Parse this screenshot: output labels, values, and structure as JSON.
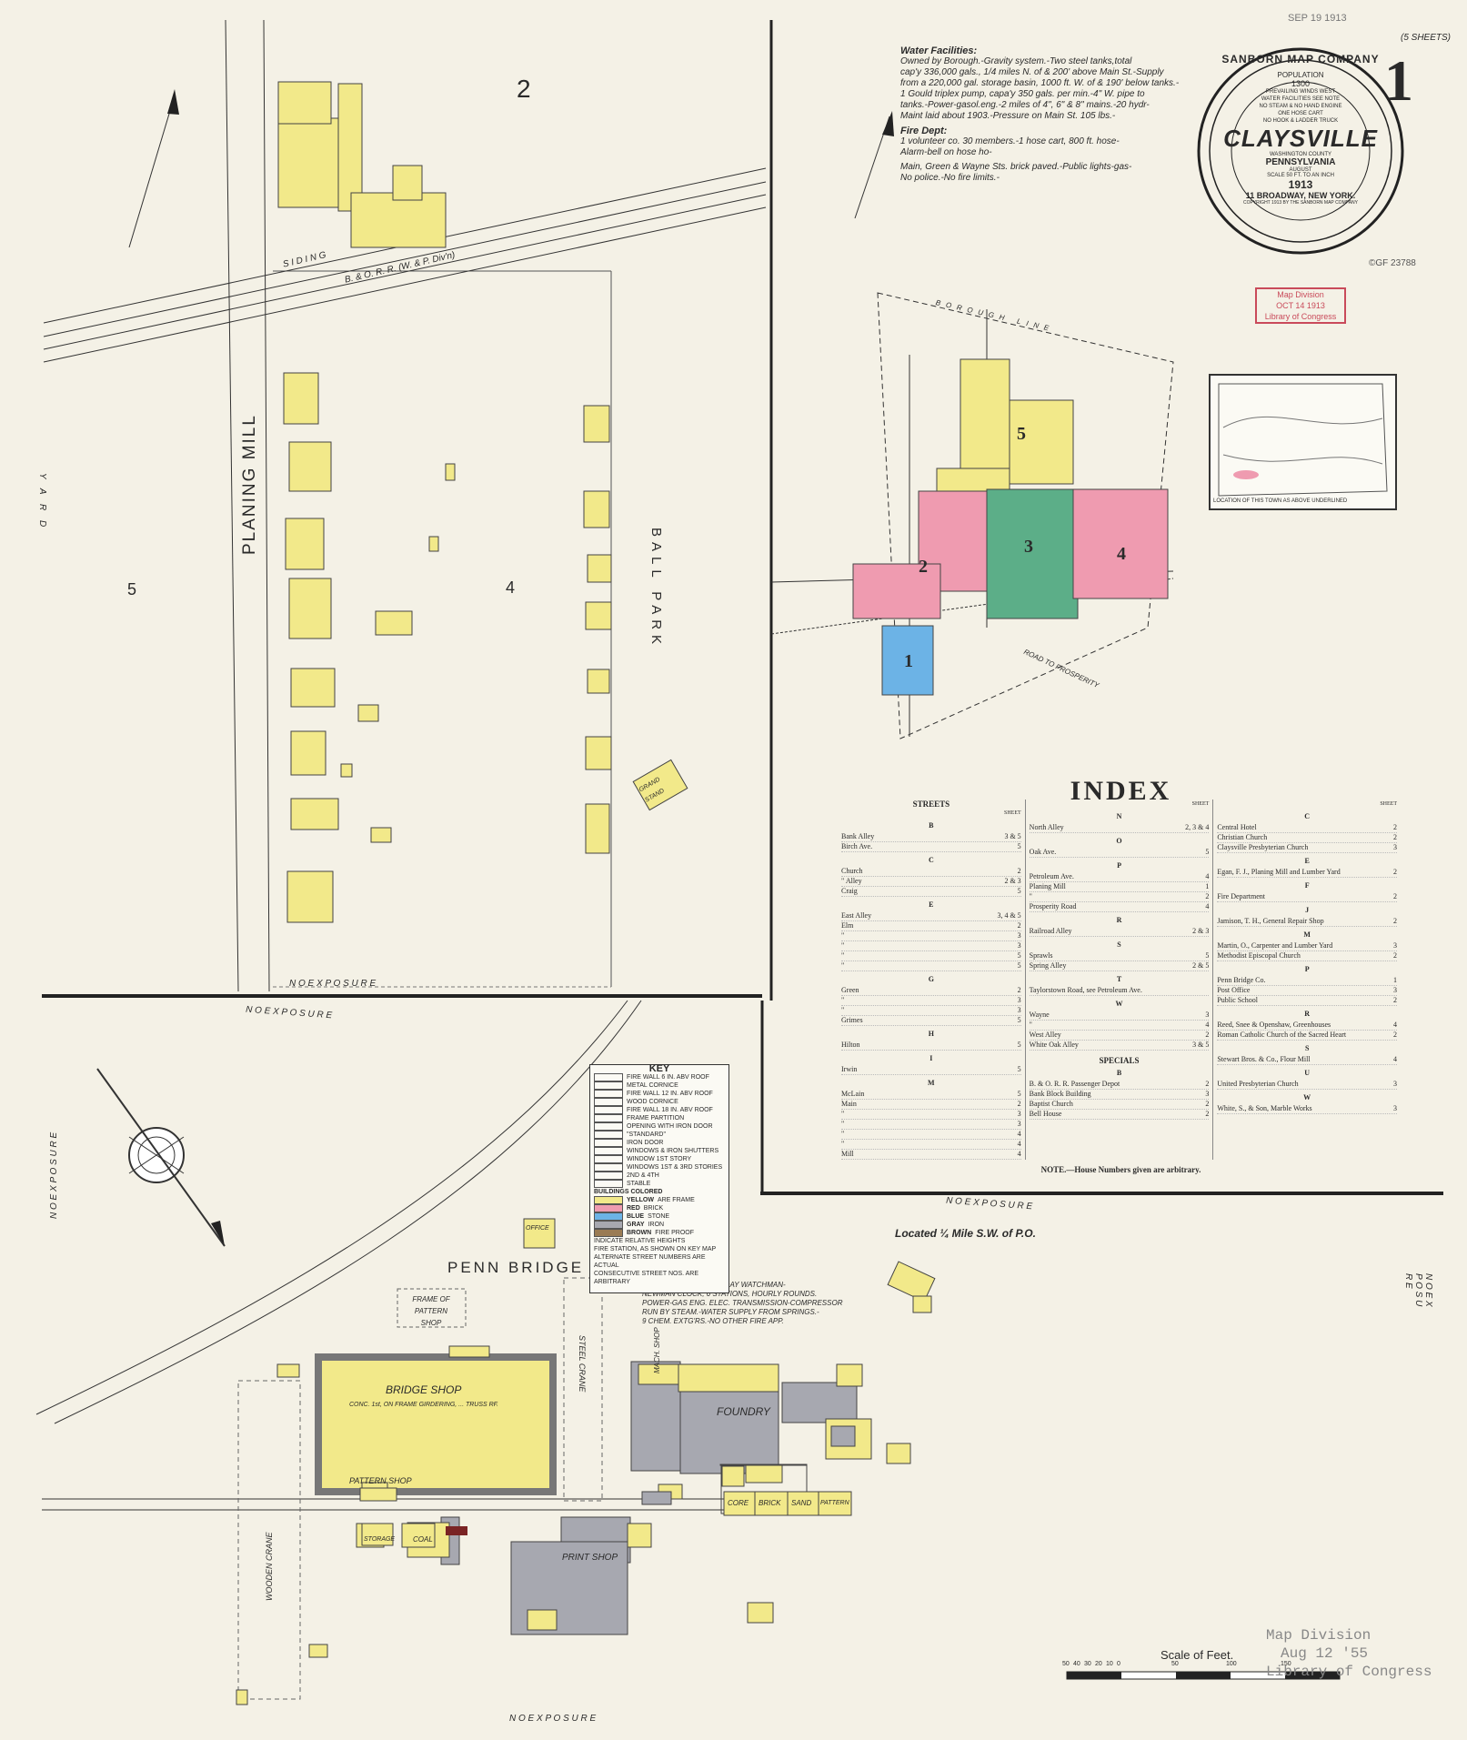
{
  "stamps": {
    "date_received": "SEP 19 1913",
    "sheets_note": "(5 SHEETS)",
    "sheet_number": "1",
    "copyright_no": "©GF 23788",
    "lc_stamp_lines": [
      "Map Division",
      "OCT 14 1913",
      "Library of Congress"
    ],
    "bottom_stamp_lines": [
      "Map Division",
      "Aug 12 '55",
      "Library of Congress"
    ]
  },
  "seal": {
    "company": "SANBORN MAP COMPANY",
    "population_label": "POPULATION",
    "population": "1300",
    "notes": [
      "PREVAILING WINDS WEST",
      "WATER FACILITIES SEE NOTE",
      "NO STEAM & NO HAND ENGINE",
      "ONE HOSE CART",
      "NO HOOK & LADDER TRUCK"
    ],
    "town": "CLAYSVILLE",
    "county": "WASHINGTON COUNTY",
    "state": "PENNSYLVANIA",
    "month": "AUGUST",
    "scale_note": "SCALE 50 FT. TO AN INCH",
    "year": "1913",
    "address": "11 BROADWAY, NEW YORK.",
    "copyright": "COPYRIGHT 1913 BY THE SANBORN MAP COMPANY"
  },
  "notes": {
    "water_title": "Water Facilities:",
    "water_lines": [
      "Owned by Borough.-Gravity system.-Two steel tanks,total",
      "cap'y 336,000 gals., 1/4 miles N. of & 200' above Main St.-Supply",
      "from a 220,000 gal. storage basin, 1000 ft. W. of & 190' below tanks.-",
      "1 Gould triplex pump, capa'y 350 gals. per min.-4\" W. pipe to",
      "tanks.-Power-gasol.eng.-2 miles of 4\", 6\" & 8\" mains.-20 hydr-",
      "Maint laid about 1903.-Pressure on Main St. 105 lbs.-"
    ],
    "fire_title": "Fire Dept:",
    "fire_lines": [
      "1 volunteer co. 30 members.-1 hose cart, 800 ft. hose-",
      "Alarm-bell on hose ho-",
      "Main, Green & Wayne Sts. brick paved.-Public lights-gas-",
      "No police.-No fire limits.-"
    ]
  },
  "map_labels": {
    "planing_mill": "PLANING MILL",
    "ball_park": "BALL PARK",
    "yard": "Y A R D",
    "b_o_rr": "B. & O. R. R. (W. & P. Div'n)",
    "siding": "S I D I N G",
    "no_exposure": "N O   E X P O S U R E",
    "penn_bridge": "PENN BRIDGE CO.",
    "located": "Located ¼ Mile S.W. of P.O.",
    "watchman_lines": [
      "ONE NIGHT & ONE SUNDAY WATCHMAN-",
      "NEWMAN CLOCK, 6 STATIONS, HOURLY ROUNDS.",
      "POWER-GAS ENG. ELEC. TRANSMISSION-COMPRESSOR",
      "RUN BY STEAM.-WATER SUPPLY FROM SPRINGS.-",
      "9 CHEM. EXTG'RS.-NO OTHER FIRE APP."
    ],
    "bridge_shop": "BRIDGE SHOP",
    "bridge_shop_note": "CONC. 1st, ON FRAME GIRDERING, ... TRUSS RF.",
    "pattern_shop": "PATTERN SHOP",
    "frame_pattern": "FRAME OF PATTERN SHOP",
    "foundry": "FOUNDRY",
    "print_shop": "PRINT SHOP",
    "coal": "COAL",
    "storage": "STORAGE",
    "steel_crane": "STEEL CRANE",
    "wooden_crane": "WOODEN CRANE",
    "core": "CORE",
    "brick": "BRICK",
    "sand": "SAND",
    "pattern": "PATTERN",
    "grand_stand": "GRAND STAND",
    "mach_shop": "MACH. SHOP",
    "office": "OFFICE",
    "section_2": "2",
    "section_4": "4",
    "section_5": "5",
    "road_to_prosperity": "ROAD TO PROSPERITY",
    "borough_line": "BOROUGH LINE",
    "location_caption": "LOCATION OF THIS TOWN AS ABOVE UNDERLINED",
    "key_map_sections": [
      "1",
      "2",
      "3",
      "4",
      "5"
    ]
  },
  "index": {
    "title": "INDEX",
    "sheet_label": "SHEET",
    "streets_title": "STREETS",
    "specials_title": "SPECIALS",
    "col1": [
      {
        "letter": "B"
      },
      {
        "name": "Bank Alley",
        "sheet": "3 & 5"
      },
      {
        "name": "Birch Ave.",
        "sheet": "5"
      },
      {
        "letter": "C"
      },
      {
        "name": "Church",
        "sheet": "2"
      },
      {
        "name": "\" Alley",
        "sheet": "2 & 3"
      },
      {
        "name": "Craig",
        "sheet": "5"
      },
      {
        "letter": "E"
      },
      {
        "name": "East Alley",
        "sheet": "3, 4 & 5"
      },
      {
        "name": "Elm",
        "sheet": "2"
      },
      {
        "name": "\"",
        "sheet": "3"
      },
      {
        "name": "\"",
        "sheet": "3"
      },
      {
        "name": "\"",
        "sheet": "5"
      },
      {
        "name": "\"",
        "sheet": "5"
      },
      {
        "letter": "G"
      },
      {
        "name": "Green",
        "sheet": "2"
      },
      {
        "name": "\"",
        "sheet": "3"
      },
      {
        "name": "\"",
        "sheet": "3"
      },
      {
        "name": "Grimes",
        "sheet": "5"
      },
      {
        "letter": "H"
      },
      {
        "name": "Hilton",
        "sheet": "5"
      },
      {
        "letter": "I"
      },
      {
        "name": "Irwin",
        "sheet": "5"
      },
      {
        "letter": "M"
      },
      {
        "name": "McLain",
        "sheet": "5"
      },
      {
        "name": "Main",
        "sheet": "2"
      },
      {
        "name": "\"",
        "sheet": "3"
      },
      {
        "name": "\"",
        "sheet": "3"
      },
      {
        "name": "\"",
        "sheet": "4"
      },
      {
        "name": "\"",
        "sheet": "4"
      },
      {
        "name": "Mill",
        "sheet": "4"
      }
    ],
    "col2": [
      {
        "letter": "N"
      },
      {
        "name": "North Alley",
        "sheet": "2, 3 & 4"
      },
      {
        "letter": "O"
      },
      {
        "name": "Oak Ave.",
        "sheet": "5"
      },
      {
        "letter": "P"
      },
      {
        "name": "Petroleum Ave.",
        "sheet": "4"
      },
      {
        "name": "Planing Mill",
        "sheet": "1"
      },
      {
        "name": "\"",
        "sheet": "2"
      },
      {
        "name": "Prosperity Road",
        "sheet": "4"
      },
      {
        "letter": "R"
      },
      {
        "name": "Railroad Alley",
        "sheet": "2 & 3"
      },
      {
        "letter": "S"
      },
      {
        "name": "Sprawls",
        "sheet": "5"
      },
      {
        "name": "Spring Alley",
        "sheet": "2 & 5"
      },
      {
        "letter": "T"
      },
      {
        "name": "Taylorstown Road, see Petroleum Ave.",
        "sheet": ""
      },
      {
        "letter": "W"
      },
      {
        "name": "Wayne",
        "sheet": "3"
      },
      {
        "name": "\"",
        "sheet": "4"
      },
      {
        "name": "West Alley",
        "sheet": "2"
      },
      {
        "name": "White Oak Alley",
        "sheet": "3 & 5"
      }
    ],
    "specials_col": [
      {
        "letter": "B"
      },
      {
        "name": "B. & O. R. R. Passenger Depot",
        "sheet": "2"
      },
      {
        "name": "Bank Block Building",
        "sheet": "3"
      },
      {
        "name": "Baptist Church",
        "sheet": "2"
      },
      {
        "name": "Bell House",
        "sheet": "2"
      }
    ],
    "col3": [
      {
        "letter": "C"
      },
      {
        "name": "Central Hotel",
        "sheet": "2"
      },
      {
        "name": "Christian Church",
        "sheet": "2"
      },
      {
        "name": "Claysville Presbyterian Church",
        "sheet": "3"
      },
      {
        "letter": "E"
      },
      {
        "name": "Egan, F. J., Planing Mill and Lumber Yard",
        "sheet": "2"
      },
      {
        "letter": "F"
      },
      {
        "name": "Fire Department",
        "sheet": "2"
      },
      {
        "letter": "J"
      },
      {
        "name": "Jamison, T. H., General Repair Shop",
        "sheet": "2"
      },
      {
        "letter": "M"
      },
      {
        "name": "Martin, O., Carpenter and Lumber Yard",
        "sheet": "3"
      },
      {
        "name": "Methodist Episcopal Church",
        "sheet": "2"
      },
      {
        "letter": "P"
      },
      {
        "name": "Penn Bridge Co.",
        "sheet": "1"
      },
      {
        "name": "Post Office",
        "sheet": "3"
      },
      {
        "name": "Public School",
        "sheet": "2"
      },
      {
        "letter": "R"
      },
      {
        "name": "Reed, Snee & Openshaw, Greenhouses",
        "sheet": "4"
      },
      {
        "name": "Roman Catholic Church of the Sacred Heart",
        "sheet": "2"
      },
      {
        "letter": "S"
      },
      {
        "name": "Stewart Bros. & Co., Flour Mill",
        "sheet": "4"
      },
      {
        "letter": "U"
      },
      {
        "name": "United Presbyterian Church",
        "sheet": "3"
      },
      {
        "letter": "W"
      },
      {
        "name": "White, S., & Son, Marble Works",
        "sheet": "3"
      }
    ],
    "note": "NOTE.—House Numbers given are arbitrary."
  },
  "key": {
    "title": "KEY",
    "rows": [
      "FIRE WALL 6 IN. ABV ROOF",
      "METAL CORNICE",
      "FIRE WALL 12 IN. ABV ROOF",
      "WOOD CORNICE",
      "FIRE WALL 18 IN. ABV ROOF",
      "FRAME PARTITION",
      "OPENING WITH IRON DOOR",
      "\"STANDARD\"",
      "IRON DOOR",
      "WINDOWS & IRON SHUTTERS",
      "WINDOW 1ST STORY",
      "WINDOWS 1ST & 3RD STORIES",
      "2ND & 4TH",
      "STABLE"
    ],
    "colors_intro": "BUILDINGS COLORED",
    "colors": [
      {
        "name": "YELLOW",
        "meaning": "ARE FRAME",
        "hex": "#f2e98a"
      },
      {
        "name": "RED",
        "meaning": "BRICK",
        "hex": "#ef9bb0"
      },
      {
        "name": "BLUE",
        "meaning": "STONE",
        "hex": "#6cb3e6"
      },
      {
        "name": "GRAY",
        "meaning": "IRON",
        "hex": "#a7a8b0"
      },
      {
        "name": "BROWN",
        "meaning": "FIRE PROOF",
        "hex": "#9a7b54"
      }
    ],
    "footer": [
      "INDICATE RELATIVE HEIGHTS",
      "FIRE STATION, AS SHOWN ON KEY MAP",
      "ALTERNATE STREET NUMBERS ARE ACTUAL",
      "CONSECUTIVE STREET NOS. ARE ARBITRARY"
    ]
  },
  "scale": {
    "label": "Scale of Feet.",
    "ticks": [
      "50",
      "40",
      "30",
      "20",
      "10",
      "0",
      "50",
      "100",
      "150"
    ]
  },
  "colors": {
    "paper": "#f4f1e6",
    "frame": "#f2e98a",
    "brick": "#ef9bb0",
    "stone": "#6cb3e6",
    "iron": "#a7a8b0",
    "green": "#5cae88",
    "ink": "#2a2a2a"
  }
}
